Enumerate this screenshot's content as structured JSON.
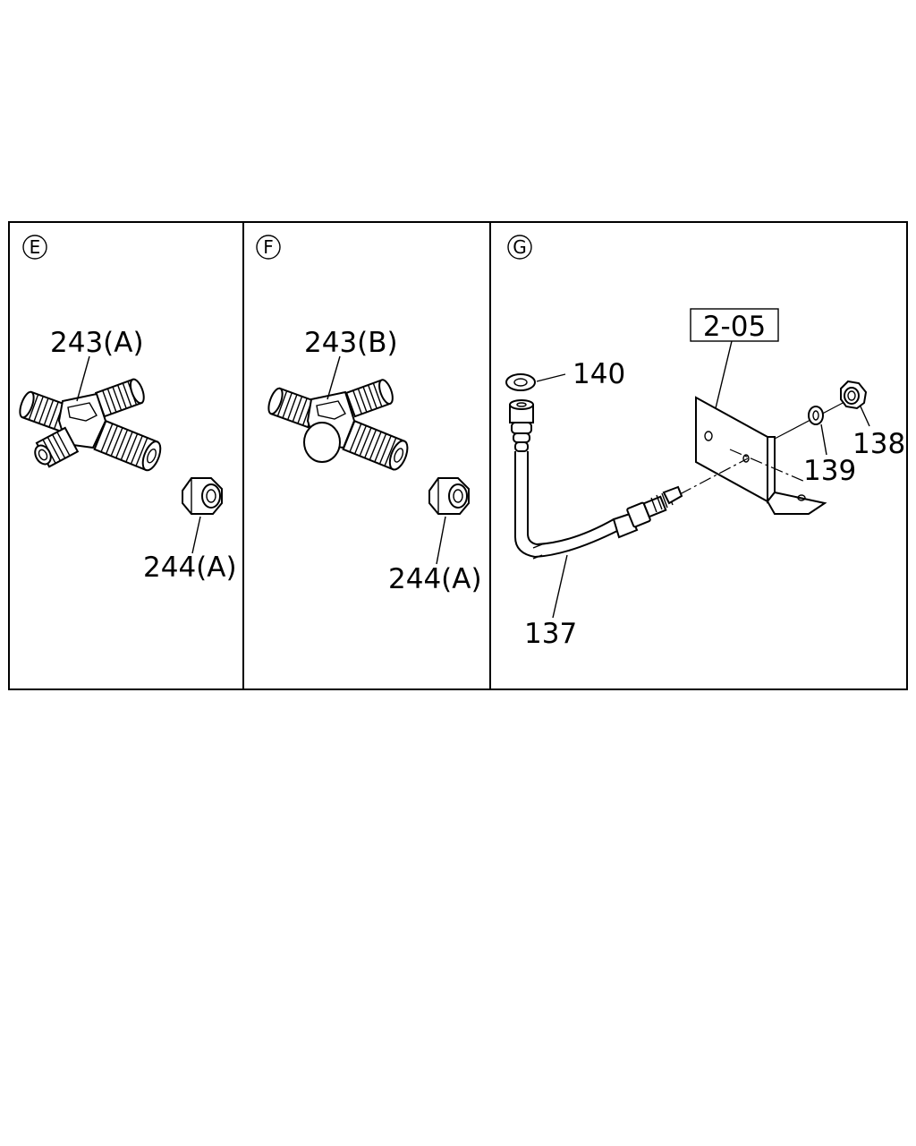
{
  "panels": [
    {
      "id": "E",
      "parts": [
        {
          "label": "243(A)",
          "icon": "cross-fitting-4-way"
        },
        {
          "label": "244(A)",
          "icon": "hex-nut"
        }
      ]
    },
    {
      "id": "F",
      "parts": [
        {
          "label": "243(B)",
          "icon": "tee-fitting-with-plug"
        },
        {
          "label": "244(A)",
          "icon": "hex-nut"
        }
      ]
    },
    {
      "id": "G",
      "reference": "2-05",
      "parts": [
        {
          "label": "140",
          "icon": "washer"
        },
        {
          "label": "138",
          "icon": "nut"
        },
        {
          "label": "139",
          "icon": "lock-washer"
        },
        {
          "label": "137",
          "icon": "brake-hose"
        }
      ]
    }
  ]
}
